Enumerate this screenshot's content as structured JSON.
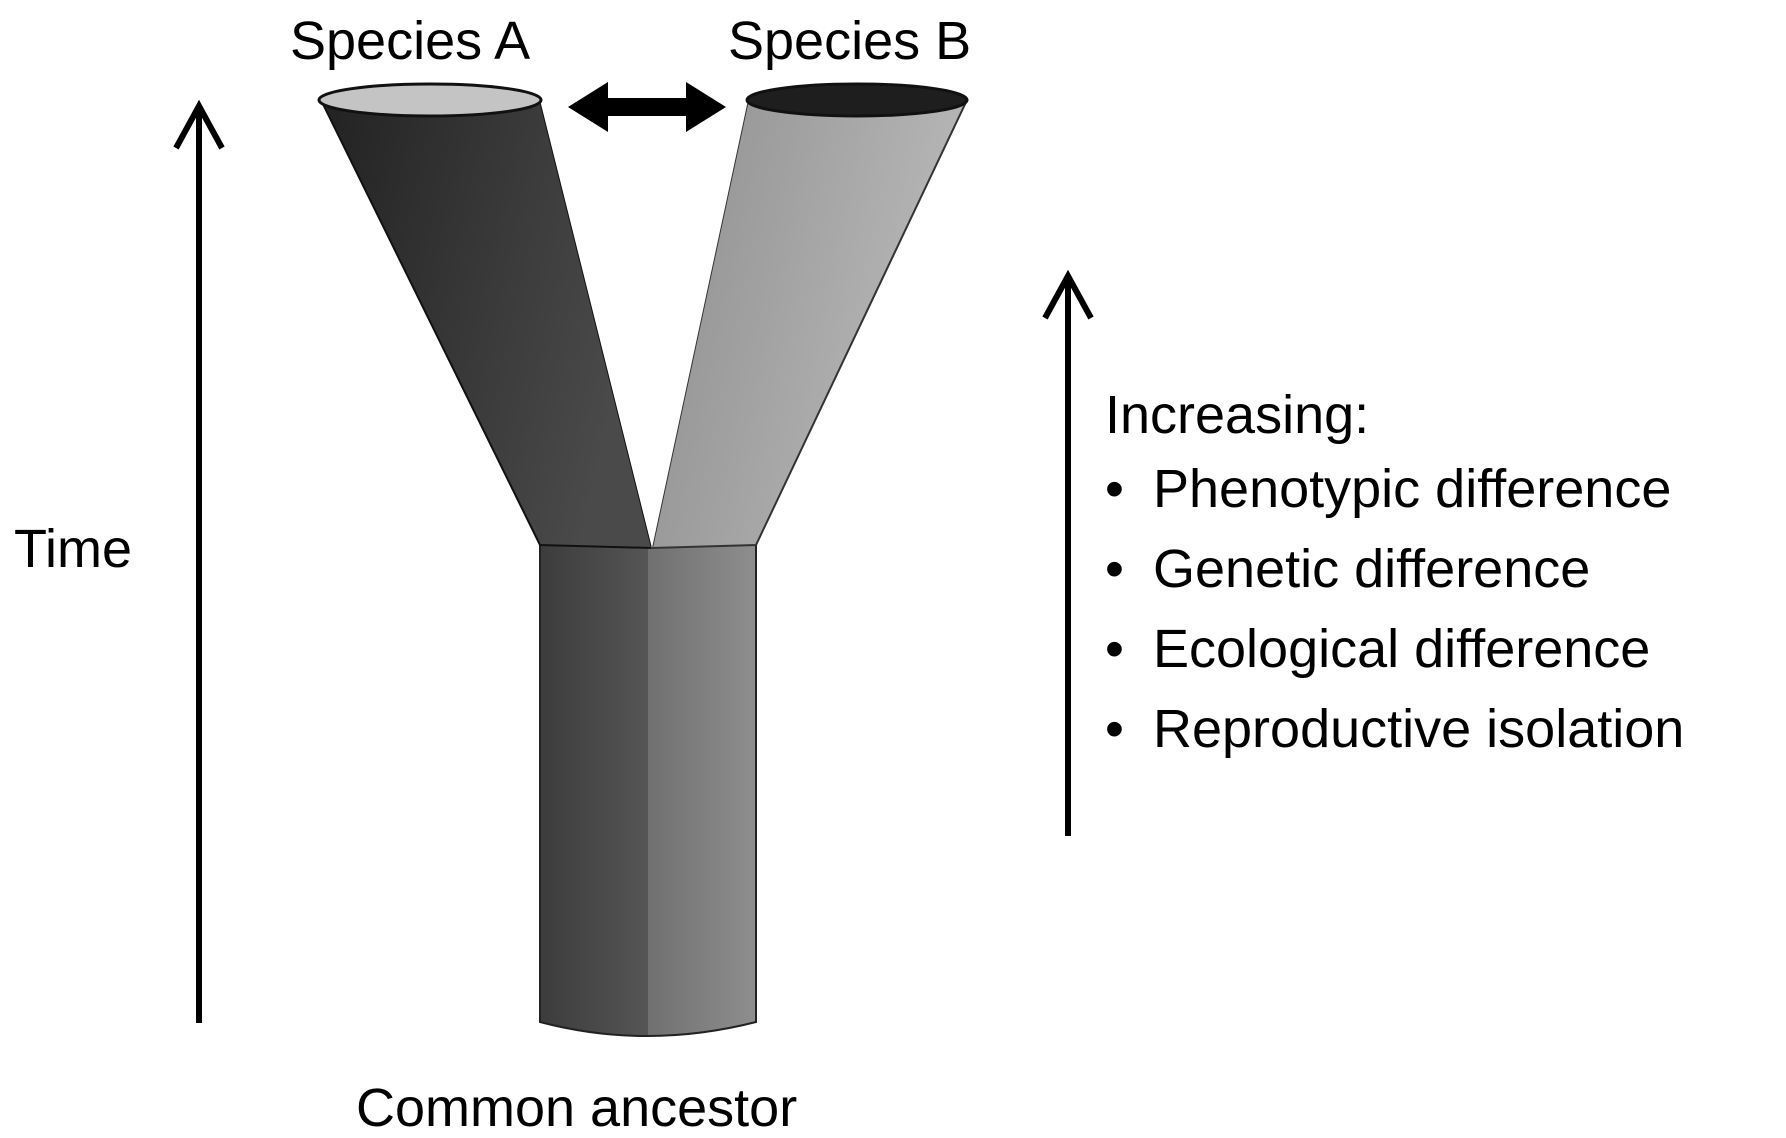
{
  "labels": {
    "species_a": "Species A",
    "species_b": "Species B",
    "time": "Time",
    "common_ancestor": "Common ancestor"
  },
  "increasing": {
    "heading": "Increasing:",
    "bullet_symbol": "•",
    "items": [
      "Phenotypic difference",
      "Genetic difference",
      "Ecological difference",
      "Reproductive isolation"
    ]
  },
  "colors": {
    "background": "#ffffff",
    "arrow": "#000000",
    "branch_a": "#2b2b2b",
    "branch_b": "#a9a9a9",
    "trunk_dark": "#4a4a4a",
    "trunk_light": "#8a8a8a"
  }
}
